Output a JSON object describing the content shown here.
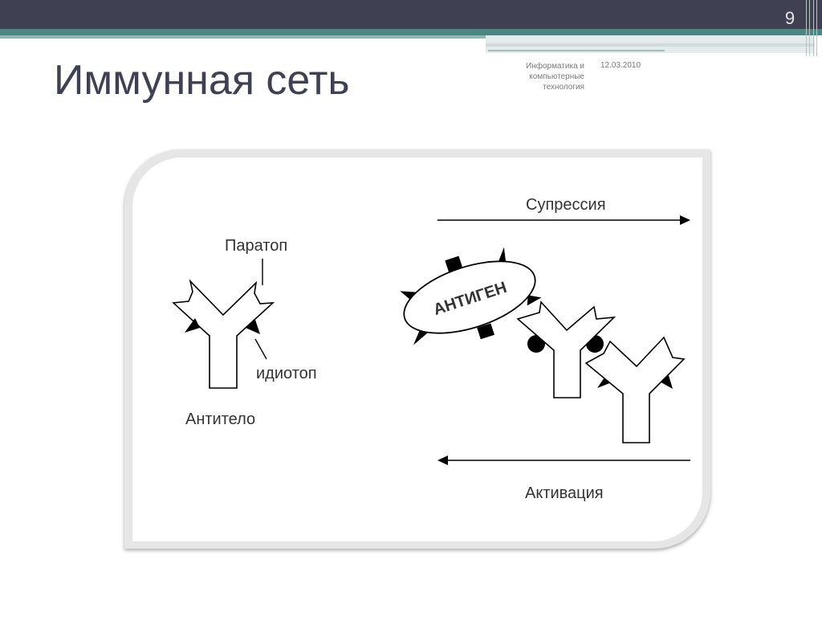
{
  "slide": {
    "number": "9",
    "title": "Иммунная сеть",
    "footer_lines": [
      "Информатика и",
      "компьютерные",
      "технология"
    ],
    "date": "12.03.2010"
  },
  "diagram": {
    "paratope": "Паратоп",
    "idiotope": "идиотоп",
    "antibody": "Антитело",
    "antigen": "АНТИГЕН",
    "suppression": "Супрессия",
    "activation": "Активация"
  },
  "colors": {
    "top_bar": "#3f4153",
    "accent": "#4c8582",
    "title": "#3f4153"
  }
}
